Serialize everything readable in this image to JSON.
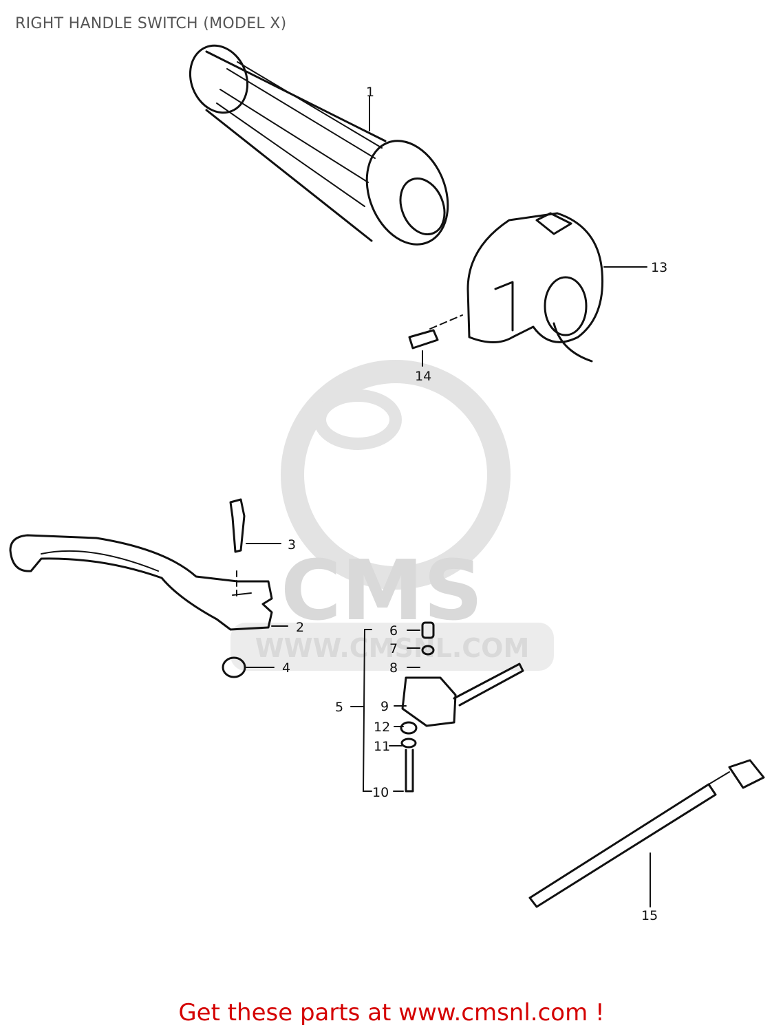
{
  "title": "RIGHT HANDLE SWITCH (MODEL X)",
  "watermark": {
    "brand": "CMS",
    "url": "WWW.CMSNL.COM"
  },
  "callouts": {
    "c1": "1",
    "c2": "2",
    "c3": "3",
    "c4": "4",
    "c5": "5",
    "c6": "6",
    "c7": "7",
    "c8": "8",
    "c9": "9",
    "c10": "10",
    "c11": "11",
    "c12": "12",
    "c13": "13",
    "c14": "14",
    "c15": "15"
  },
  "footer": "Get these parts at www.cmsnl.com !",
  "colors": {
    "footer": "#d40000",
    "title": "#555555",
    "watermark": "#d9d9d9"
  }
}
